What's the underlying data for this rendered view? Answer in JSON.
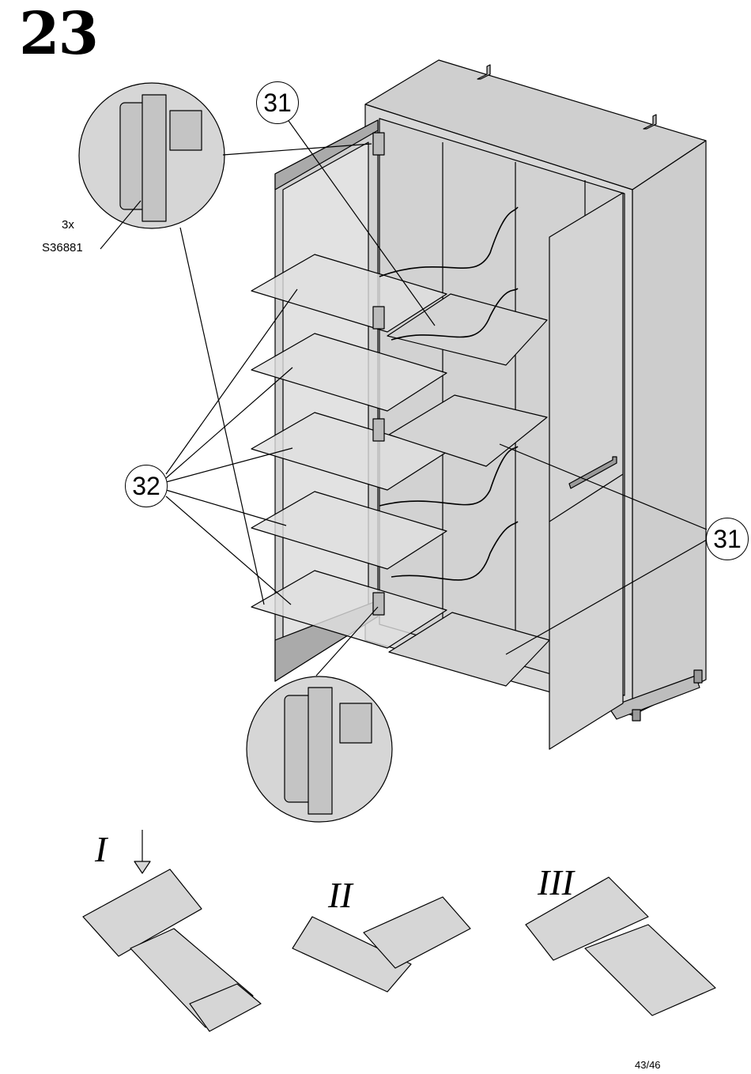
{
  "step": {
    "number": "23"
  },
  "callouts": {
    "shelf_door": "31",
    "glass_shelf": "32",
    "shelf_bottom": "31"
  },
  "hinge": {
    "quantity": "3x",
    "part_code": "S36881"
  },
  "sequence": [
    "I",
    "II",
    "III"
  ],
  "footer": {
    "page": "43/46"
  },
  "colors": {
    "panel": "#d6d6d6",
    "panel_dark": "#bdbdbd",
    "line": "#000000",
    "glass": "#dcdcdc"
  }
}
